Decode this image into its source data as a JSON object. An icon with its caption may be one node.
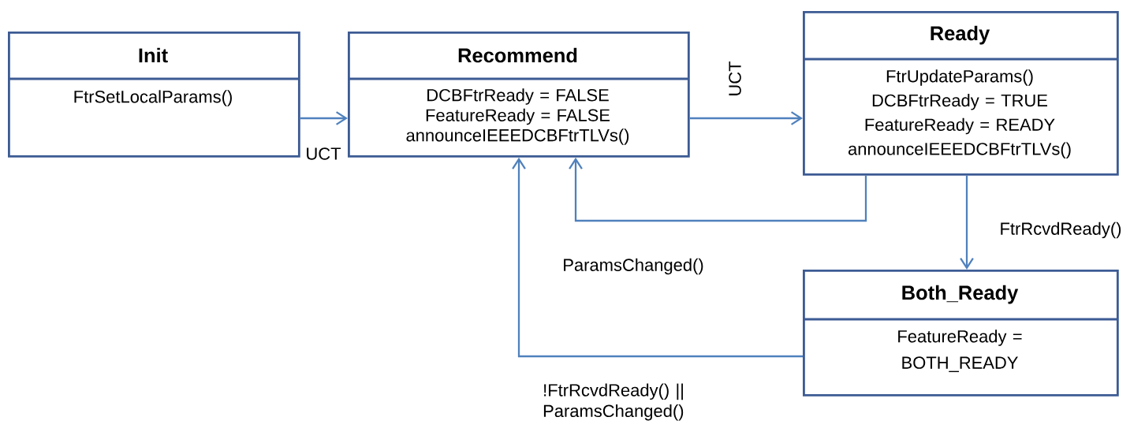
{
  "diagram": {
    "nodes": [
      {
        "text": [
          "Init",
          "FtrSetLocalParams()"
        ]
      },
      {
        "text": [
          "Recommend",
          "DCBFtrReady = FALSE",
          "FeatureReady = FALSE",
          "announceIEEEDCBFtrTLVs()"
        ]
      },
      {
        "text": [
          "Ready",
          "FtrUpdateParams()",
          "DCBFtrReady = TRUE",
          "FeatureReady = READY",
          "announceIEEEDCBFtrTLVs()"
        ]
      },
      {
        "text": [
          "Both_Ready",
          "FeatureReady = BOTH_READY"
        ]
      }
    ],
    "edges": [
      {
        "from": 0,
        "to": 1,
        "arrow": "to",
        "label": "UCT"
      },
      {
        "from": 1,
        "to": 2,
        "arrow": "to",
        "label": "UCT"
      },
      {
        "from": 2,
        "to": 1,
        "arrow": "to",
        "label": "ParamsChanged()"
      },
      {
        "from": 2,
        "to": 3,
        "arrow": "to",
        "label": "FtrRcvdReady()"
      },
      {
        "from": 3,
        "to": 1,
        "arrow": "to",
        "label": "!FtrRcvdReady() || ParamsChanged()"
      }
    ]
  }
}
